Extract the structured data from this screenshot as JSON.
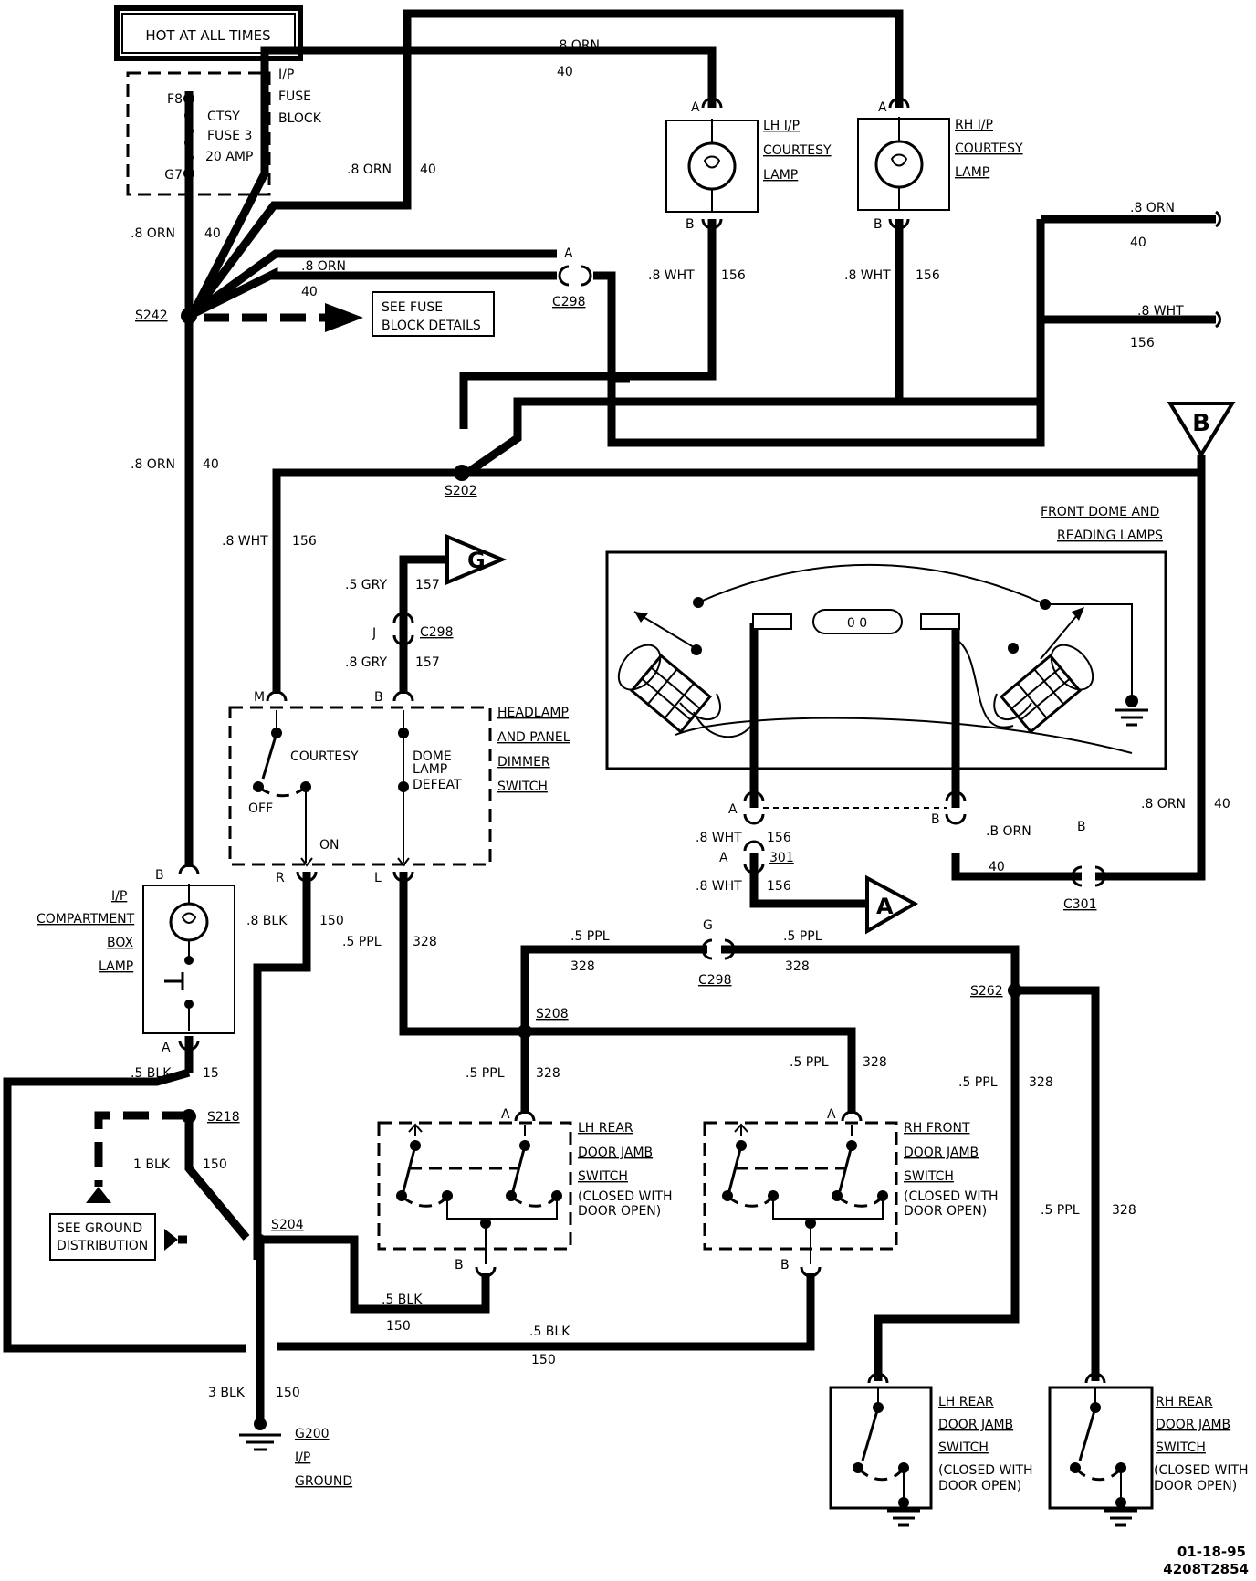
{
  "header": {
    "hot_label": "HOT AT ALL TIMES"
  },
  "fuse_block": {
    "title_l1": "I/P",
    "title_l2": "FUSE",
    "title_l3": "BLOCK",
    "pin_top": "F8",
    "pin_bottom": "G7",
    "fuse_l1": "CTSY",
    "fuse_l2": "FUSE 3",
    "fuse_l3": "20 AMP"
  },
  "splices": {
    "s242": "S242",
    "s202": "S202",
    "s208": "S208",
    "s262": "S262",
    "s218": "S218",
    "s204": "S204"
  },
  "connectors": {
    "c298": "C298",
    "c301": "C301",
    "c301_inline": "301"
  },
  "refs": {
    "see_fuse_l1": "SEE FUSE",
    "see_fuse_l2": "BLOCK DETAILS",
    "see_ground_l1": "SEE GROUND",
    "see_ground_l2": "DISTRIBUTION",
    "flag_b": "B",
    "flag_g": "G",
    "flag_a": "A"
  },
  "components": {
    "lh_ip_l1": "LH I/P",
    "lh_ip_l2": "COURTESY",
    "lh_ip_l3": "LAMP",
    "rh_ip_l1": "RH I/P",
    "rh_ip_l2": "COURTESY",
    "rh_ip_l3": "LAMP",
    "dome_l1": "FRONT DOME AND",
    "dome_l2": "READING LAMPS",
    "dome_bulb": "0 0",
    "hl_l1": "HEADLAMP",
    "hl_l2": "AND PANEL",
    "hl_l3": "DIMMER",
    "hl_l4": "SWITCH",
    "courtesy": "COURTESY",
    "off": "OFF",
    "on": "ON",
    "defeat_l1": "DOME",
    "defeat_l2": "LAMP",
    "defeat_l3": "DEFEAT",
    "glove_l1": "I/P",
    "glove_l2": "COMPARTMENT",
    "glove_l3": "BOX",
    "glove_l4": "LAMP",
    "lhr_jamb_l1": "LH REAR",
    "lhr_jamb_l2": "DOOR JAMB",
    "lhr_jamb_l3": "SWITCH",
    "lhr_jamb_l4": "(CLOSED WITH",
    "lhr_jamb_l5": "DOOR OPEN)",
    "rhf_jamb_l1": "RH FRONT",
    "rhf_jamb_l2": "DOOR JAMB",
    "rhf_jamb_l3": "SWITCH",
    "rhf_jamb_l4": "(CLOSED WITH",
    "rhf_jamb_l5": "DOOR OPEN)",
    "lhr2_jamb_l1": "LH REAR",
    "lhr2_jamb_l2": "DOOR JAMB",
    "lhr2_jamb_l3": "SWITCH",
    "lhr2_jamb_l4": "(CLOSED WITH",
    "lhr2_jamb_l5": "DOOR OPEN)",
    "rhr_jamb_l1": "RH REAR",
    "rhr_jamb_l2": "DOOR JAMB",
    "rhr_jamb_l3": "SWITCH",
    "rhr_jamb_l4": "(CLOSED WITH",
    "rhr_jamb_l5": "DOOR OPEN)"
  },
  "ground": {
    "g200_l1": "G200",
    "g200_l2": "I/P",
    "g200_l3": "GROUND"
  },
  "pins": {
    "a": "A",
    "b": "B",
    "g": "G",
    "j": "J",
    "m": "M",
    "r": "R",
    "l": "L"
  },
  "wires": {
    "orn08": ".8 ORN",
    "c40": "40",
    "wht08": ".8 WHT",
    "c156": "156",
    "gry05": ".5 GRY",
    "gry08": ".8 GRY",
    "c157": "157",
    "blk08": ".8 BLK",
    "c150": "150",
    "ppl05": ".5 PPL",
    "c328": "328",
    "blk05": ".5 BLK",
    "c15": "15",
    "blk1": "1 BLK",
    "blk3": "3 BLK",
    "orn_b": ".B ORN"
  },
  "footer": {
    "date": "01-18-95",
    "code": "4208T2854"
  }
}
